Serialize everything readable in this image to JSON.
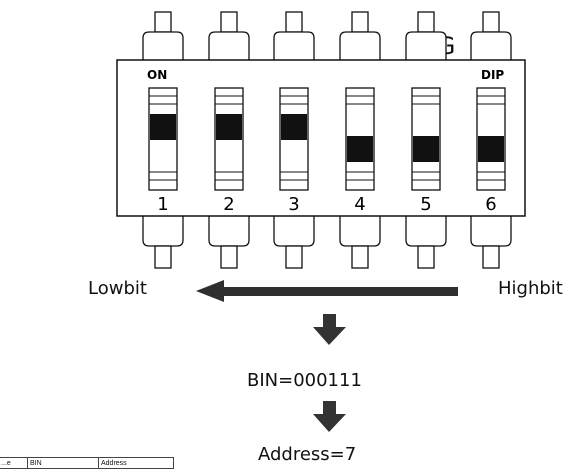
{
  "example_label": "E.G",
  "dip_switch": {
    "on_label": "ON",
    "dip_label": "DIP",
    "switches": [
      {
        "number": "1",
        "state": "on"
      },
      {
        "number": "2",
        "state": "on"
      },
      {
        "number": "3",
        "state": "on"
      },
      {
        "number": "4",
        "state": "off"
      },
      {
        "number": "5",
        "state": "off"
      },
      {
        "number": "6",
        "state": "off"
      }
    ]
  },
  "direction": {
    "low_label": "Lowbit",
    "high_label": "Highbit"
  },
  "result": {
    "binary": "BIN=000111",
    "address": "Address=7"
  },
  "table": {
    "headers": [
      "...e",
      "BIN",
      "Address"
    ]
  },
  "colors": {
    "ink": "#111111",
    "arrow": "#333333"
  }
}
